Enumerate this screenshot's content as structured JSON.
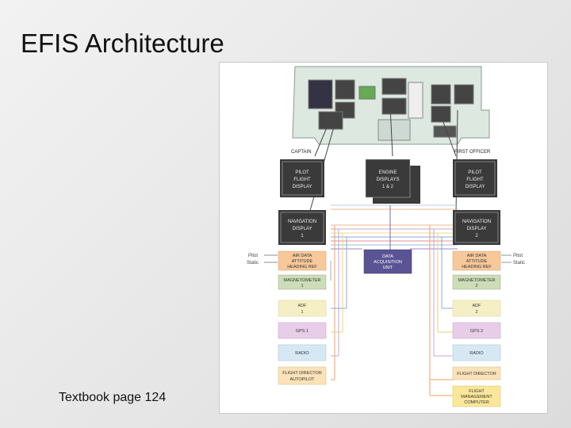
{
  "slide": {
    "title": "EFIS Architecture",
    "caption": "Textbook page 124"
  },
  "diagram": {
    "captain_label": "CAPTAIN",
    "first_officer_label": "FIRST OFFICER",
    "displays": {
      "left_pfd": [
        "PILOT",
        "FLIGHT",
        "DISPLAY"
      ],
      "engine": [
        "ENGINE",
        "DISPLAYS",
        "1 & 2"
      ],
      "right_pfd": [
        "PILOT",
        "FLIGHT",
        "DISPLAY"
      ],
      "left_nd": [
        "NAVIGATION",
        "DISPLAY",
        "1"
      ],
      "right_nd": [
        "NAVIGATION",
        "DISPLAY",
        "2"
      ]
    },
    "left_systems": {
      "airdata": [
        "AIR DATA",
        "ATTITUDE",
        "HEADING REF"
      ],
      "magnetometer": [
        "MAGNETOMETER",
        "1"
      ],
      "adf": [
        "ADF",
        "1"
      ],
      "gps": [
        "GPS 1"
      ],
      "radio": [
        "RADIO"
      ],
      "flight_director": [
        "FLIGHT DIRECTOR",
        "AUTOPILOT"
      ]
    },
    "right_systems": {
      "airdata": [
        "AIR DATA",
        "ATTITUDE",
        "HEADING REF"
      ],
      "magnetometer": [
        "MAGNETOMETER",
        "2"
      ],
      "adf": [
        "ADF",
        "2"
      ],
      "gps": [
        "GPS 2"
      ],
      "radio": [
        "RADIO"
      ],
      "flight_director": [
        "FLIGHT DIRECTOR"
      ],
      "fmc": [
        "FLIGHT",
        "MANAGEMENT",
        "COMPUTER"
      ]
    },
    "dau": [
      "DATA",
      "ACQUISITION",
      "UNIT"
    ],
    "left_pitot": "Pitot",
    "left_static": "Static",
    "right_pitot": "Pitot",
    "right_static": "Static",
    "colors": {
      "display_dark": "#3a3a3a",
      "panel": "#dce8e0",
      "airdata": "#f6c89a",
      "magnetometer": "#ccddb8",
      "adf": "#f6efc6",
      "gps": "#e8cde8",
      "radio": "#d6e8f4",
      "flight_director": "#fbe2b8",
      "fmc": "#fbe79a",
      "dau": "#5a5394"
    }
  }
}
